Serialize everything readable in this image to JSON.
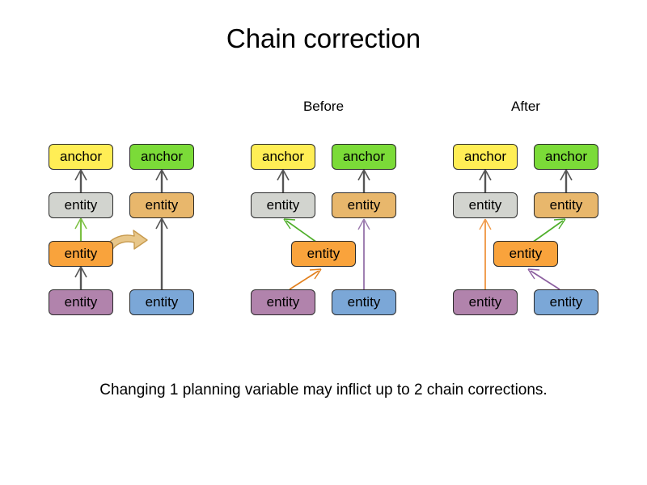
{
  "slide": {
    "title": "Chain correction",
    "caption": "Changing 1 planning variable may inflict up to 2 chain corrections.",
    "background": "#ffffff"
  },
  "labels": {
    "before": "Before",
    "after": "After"
  },
  "node_labels": {
    "anchor": "anchor",
    "entity": "entity"
  },
  "colors": {
    "anchor_yellow": "#ffee55",
    "anchor_green": "#7bdb38",
    "entity_grey": "#d2d4cf",
    "entity_tan": "#e8b76c",
    "entity_orange": "#f9a33c",
    "entity_purple": "#b183ac",
    "entity_blue": "#7ba7d7",
    "edge_default": "#555555",
    "edge_green": "#4faf2a",
    "edge_orange": "#e2801e",
    "edge_purple": "#9b7aae",
    "move_arrow_fill": "#e8c78a",
    "move_arrow_stroke": "#c79a4e",
    "node_border": "#2a2a2a",
    "text": "#000000"
  },
  "panels": [
    {
      "id": "initial",
      "label": "",
      "nodes": [
        {
          "name": "anchor-yellow",
          "label": "anchor",
          "color_key": "anchor_yellow"
        },
        {
          "name": "anchor-green",
          "label": "anchor",
          "color_key": "anchor_green"
        },
        {
          "name": "entity-grey",
          "label": "entity",
          "color_key": "entity_grey"
        },
        {
          "name": "entity-tan",
          "label": "entity",
          "color_key": "entity_tan"
        },
        {
          "name": "entity-orange",
          "label": "entity",
          "color_key": "entity_orange"
        },
        {
          "name": "entity-purple",
          "label": "entity",
          "color_key": "entity_purple"
        },
        {
          "name": "entity-blue",
          "label": "entity",
          "color_key": "entity_blue"
        }
      ],
      "edges": [
        {
          "from": "entity-grey",
          "to": "anchor-yellow",
          "color_key": "edge_default"
        },
        {
          "from": "entity-tan",
          "to": "anchor-green",
          "color_key": "edge_default"
        },
        {
          "from": "entity-orange",
          "to": "entity-grey",
          "color_key": "edge_green"
        },
        {
          "from": "entity-purple",
          "to": "entity-orange",
          "color_key": "edge_default"
        },
        {
          "from": "entity-blue",
          "to": "entity-tan",
          "color_key": "edge_default"
        }
      ],
      "move_arrow": true
    },
    {
      "id": "before",
      "label": "Before",
      "nodes": [
        {
          "name": "anchor-yellow",
          "label": "anchor",
          "color_key": "anchor_yellow"
        },
        {
          "name": "anchor-green",
          "label": "anchor",
          "color_key": "anchor_green"
        },
        {
          "name": "entity-grey",
          "label": "entity",
          "color_key": "entity_grey"
        },
        {
          "name": "entity-tan",
          "label": "entity",
          "color_key": "entity_tan"
        },
        {
          "name": "entity-orange",
          "label": "entity",
          "color_key": "entity_orange"
        },
        {
          "name": "entity-purple",
          "label": "entity",
          "color_key": "entity_purple"
        },
        {
          "name": "entity-blue",
          "label": "entity",
          "color_key": "entity_blue"
        }
      ],
      "edges": [
        {
          "from": "entity-grey",
          "to": "anchor-yellow",
          "color_key": "edge_default"
        },
        {
          "from": "entity-tan",
          "to": "anchor-green",
          "color_key": "edge_default"
        },
        {
          "from": "entity-orange",
          "to": "entity-grey",
          "color_key": "edge_green"
        },
        {
          "from": "entity-purple",
          "to": "entity-orange",
          "color_key": "edge_orange"
        },
        {
          "from": "entity-blue",
          "to": "entity-tan",
          "color_key": "edge_purple"
        }
      ],
      "move_arrow": false
    },
    {
      "id": "after",
      "label": "After",
      "nodes": [
        {
          "name": "anchor-yellow",
          "label": "anchor",
          "color_key": "anchor_yellow"
        },
        {
          "name": "anchor-green",
          "label": "anchor",
          "color_key": "anchor_green"
        },
        {
          "name": "entity-grey",
          "label": "entity",
          "color_key": "entity_grey"
        },
        {
          "name": "entity-tan",
          "label": "entity",
          "color_key": "entity_tan"
        },
        {
          "name": "entity-orange",
          "label": "entity",
          "color_key": "entity_orange"
        },
        {
          "name": "entity-purple",
          "label": "entity",
          "color_key": "entity_purple"
        },
        {
          "name": "entity-blue",
          "label": "entity",
          "color_key": "entity_blue"
        }
      ],
      "edges": [
        {
          "from": "entity-grey",
          "to": "anchor-yellow",
          "color_key": "edge_default"
        },
        {
          "from": "entity-tan",
          "to": "anchor-green",
          "color_key": "edge_default"
        },
        {
          "from": "entity-purple",
          "to": "entity-grey",
          "color_key": "edge_orange"
        },
        {
          "from": "entity-orange",
          "to": "entity-tan",
          "color_key": "edge_green"
        },
        {
          "from": "entity-blue",
          "to": "entity-orange",
          "color_key": "edge_purple"
        }
      ],
      "move_arrow": false
    }
  ]
}
